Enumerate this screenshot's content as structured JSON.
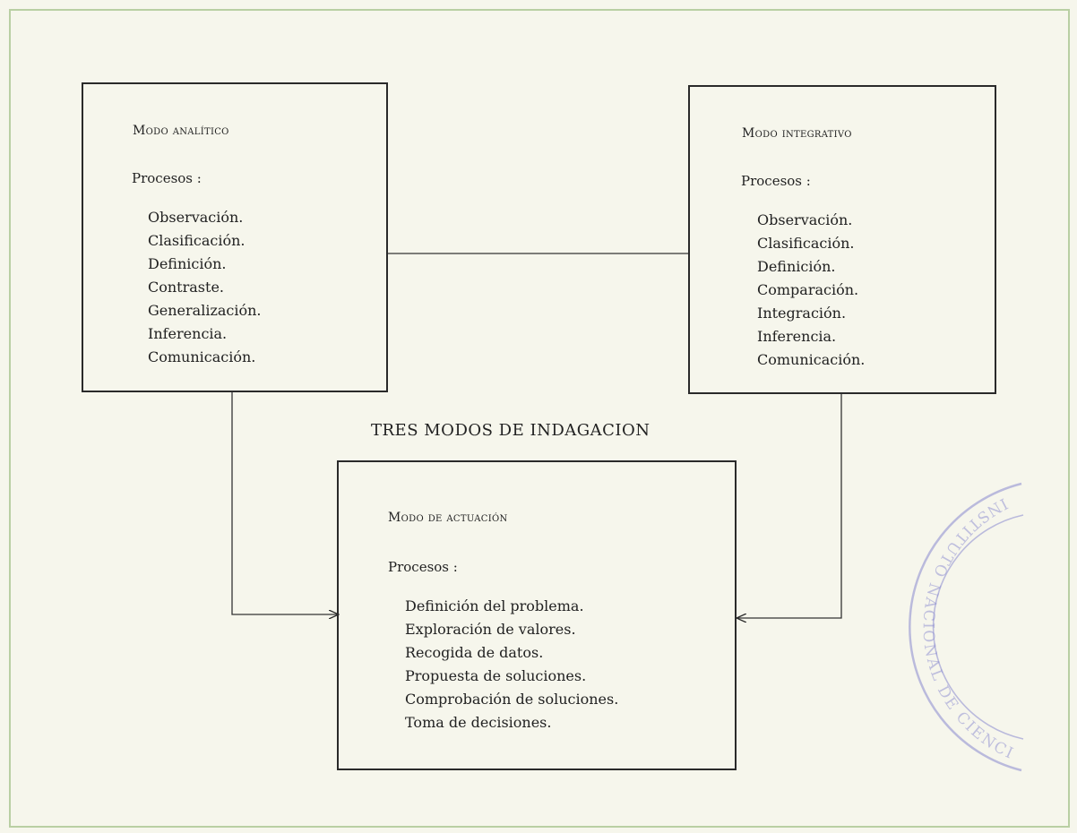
{
  "diagram_title": "TRES MODOS DE INDAGACION",
  "boxes": {
    "analitico": {
      "title": "Modo analítico",
      "procesos_label": "Procesos :",
      "items": [
        "Observación.",
        "Clasificación.",
        "Definición.",
        "Contraste.",
        "Generalización.",
        "Inferencia.",
        "Comunicación."
      ]
    },
    "integrativo": {
      "title": "Modo integrativo",
      "procesos_label": "Procesos :",
      "items": [
        "Observación.",
        "Clasificación.",
        "Definición.",
        "Comparación.",
        "Integración.",
        "Inferencia.",
        "Comunicación."
      ]
    },
    "actuacion": {
      "title": "Modo de actuación",
      "procesos_label": "Procesos :",
      "items": [
        "Definición del problema.",
        "Exploración de valores.",
        "Recogida de datos.",
        "Propuesta de soluciones.",
        "Comprobación de soluciones.",
        "Toma de decisiones."
      ]
    }
  },
  "stamp_text": "INSTITUTO NACIONAL DE CIENCIAS DE LA EDUCACION",
  "colors": {
    "frame": "#b9cfa3",
    "ink": "#222222",
    "stamp": "#8a8ad0",
    "paper": "#f6f6ec"
  }
}
